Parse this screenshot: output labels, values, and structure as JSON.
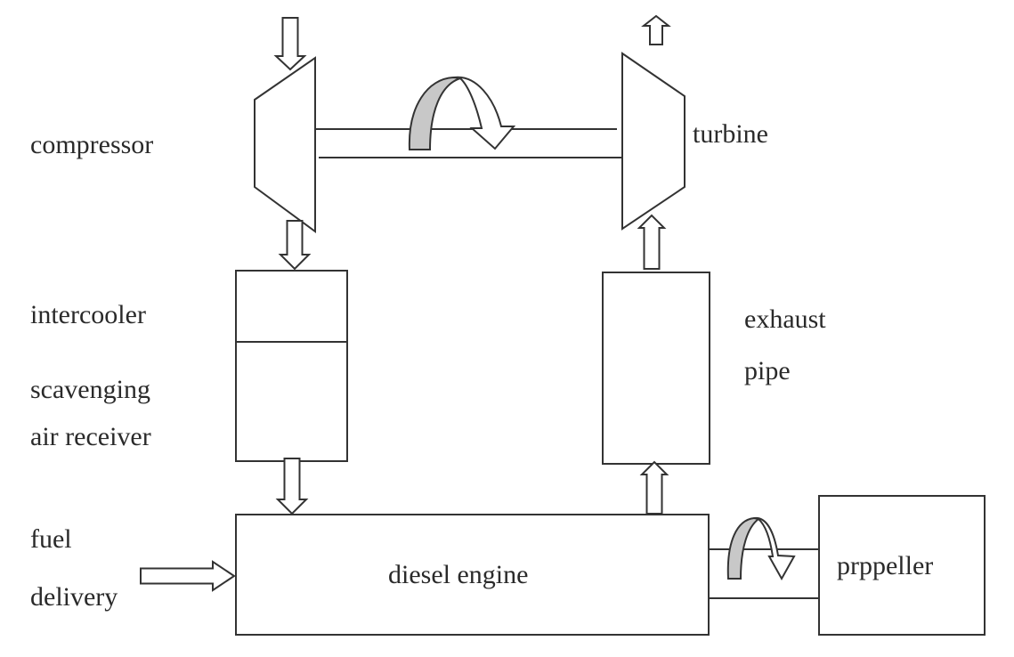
{
  "labels": {
    "compressor": "compressor",
    "turbine": "turbine",
    "intercooler": "intercooler",
    "scavenging_1": "scavenging",
    "scavenging_2": "air receiver",
    "exhaust_1": "exhaust",
    "exhaust_2": "pipe",
    "fuel_1": "fuel",
    "fuel_2": "delivery",
    "engine": "diesel engine",
    "propeller": "prppeller"
  },
  "colors": {
    "line": "#333333",
    "rotation_fill": "#c8c8c8",
    "text": "#2a2a2a"
  }
}
